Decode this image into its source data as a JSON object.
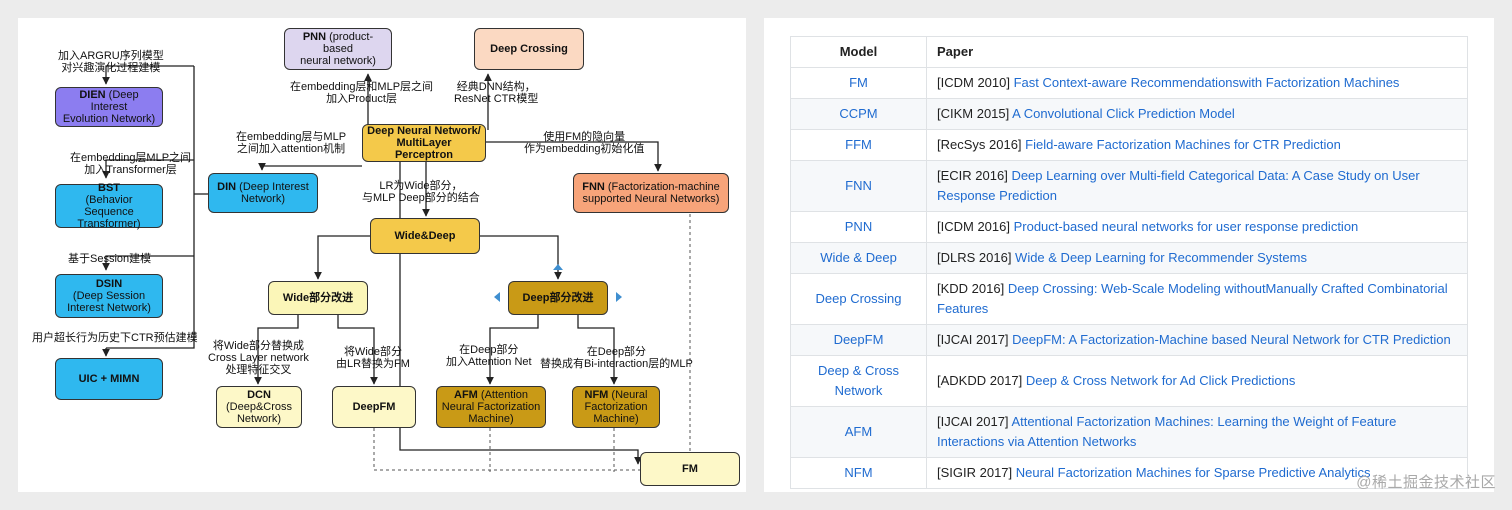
{
  "diagram": {
    "left_column": {
      "dien_ann": [
        "加入ARGRU序列模型",
        "对兴趣演化过程建模"
      ],
      "dien": {
        "head": "DIEN",
        "tail": " (Deep Interest",
        "line2": "Evolution Network)"
      },
      "bst_ann": [
        "在embedding层MLP之间",
        "加入Transformer层"
      ],
      "bst": {
        "head": "BST",
        "line2": "(Behavior Sequence",
        "line3": "Transformer)"
      },
      "dsin_ann": "基于Session建模",
      "dsin": {
        "head": "DSIN",
        "line2": "(Deep Session",
        "line3": "Interest Network)"
      },
      "uic_ann": "用户超长行为历史下CTR预估建模",
      "uic": "UIC + MIMN"
    },
    "pnn": {
      "head": "PNN",
      "tail": " (product-based",
      "line2": "neural network)"
    },
    "pnn_ann": [
      "在embedding层和MLP层之间",
      "加入Product层"
    ],
    "deep_crossing": "Deep Crossing",
    "deep_crossing_ann": [
      "经典DNN结构，",
      "ResNet CTR模型"
    ],
    "din_ann": [
      "在embedding层与MLP",
      "之间加入attention机制"
    ],
    "din": {
      "head": "DIN",
      "tail": " (Deep Interest",
      "line2": "Network)"
    },
    "center": {
      "line1": "Deep Neural Network/",
      "line2": "MultiLayer Perceptron"
    },
    "fnn_ann": [
      "使用FM的隐向量",
      "作为embedding初始化值"
    ],
    "fnn": {
      "head": "FNN",
      "tail": " (Factorization-machine",
      "line2": "supported Neural Networks)"
    },
    "wd_ann": [
      "LR为Wide部分，",
      "与MLP Deep部分的结合"
    ],
    "wide_deep": "Wide&Deep",
    "wide_improve": "Wide部分改进",
    "deep_improve": "Deep部分改进",
    "dcn_ann": [
      "将Wide部分替换成",
      "Cross Layer network",
      "处理特征交叉"
    ],
    "deepfm_ann": [
      "将Wide部分",
      "由LR替换为FM"
    ],
    "afm_ann": [
      "在Deep部分",
      "加入Attention Net"
    ],
    "nfm_ann": [
      "在Deep部分",
      "替换成有Bi-interaction层的MLP"
    ],
    "dcn": {
      "head": "DCN",
      "line2": "(Deep&Cross",
      "line3": "Network)"
    },
    "deepfm": "DeepFM",
    "afm": {
      "head": "AFM",
      "tail": " (Attention",
      "line2": "Neural Factorization",
      "line3": "Machine)"
    },
    "nfm": {
      "head": "NFM",
      "tail": " (Neural",
      "line2": "Factorization",
      "line3": "Machine)"
    },
    "fm": "FM"
  },
  "table": {
    "headers": {
      "model": "Model",
      "paper": "Paper"
    },
    "rows": [
      {
        "model": "FM",
        "venue": "[ICDM 2010] ",
        "title": "Fast Context-aware Recommendationswith Factorization Machines"
      },
      {
        "model": "CCPM",
        "venue": "[CIKM 2015] ",
        "title": "A Convolutional Click Prediction Model"
      },
      {
        "model": "FFM",
        "venue": "[RecSys 2016] ",
        "title": "Field-aware Factorization Machines for CTR Prediction"
      },
      {
        "model": "FNN",
        "venue": "[ECIR 2016] ",
        "title": "Deep Learning over Multi-field Categorical Data: A Case Study on User Response Prediction"
      },
      {
        "model": "PNN",
        "venue": "[ICDM 2016] ",
        "title": "Product-based neural networks for user response prediction"
      },
      {
        "model": "Wide & Deep",
        "venue": "[DLRS 2016] ",
        "title": "Wide & Deep Learning for Recommender Systems"
      },
      {
        "model": "Deep Crossing",
        "venue": "[KDD 2016] ",
        "title": "Deep Crossing: Web-Scale Modeling withoutManually Crafted Combinatorial Features"
      },
      {
        "model": "DeepFM",
        "venue": "[IJCAI 2017] ",
        "title": "DeepFM: A Factorization-Machine based Neural Network for CTR Prediction"
      },
      {
        "model": "Deep & Cross Network",
        "venue": "[ADKDD 2017] ",
        "title": "Deep & Cross Network for Ad Click Predictions"
      },
      {
        "model": "AFM",
        "venue": "[IJCAI 2017] ",
        "title": "Attentional Factorization Machines: Learning the Weight of Feature Interactions via Attention Networks"
      },
      {
        "model": "NFM",
        "venue": "[SIGIR 2017] ",
        "title": "Neural Factorization Machines for Sparse Predictive Analytics"
      }
    ]
  },
  "watermark": "@稀土掘金技术社区"
}
